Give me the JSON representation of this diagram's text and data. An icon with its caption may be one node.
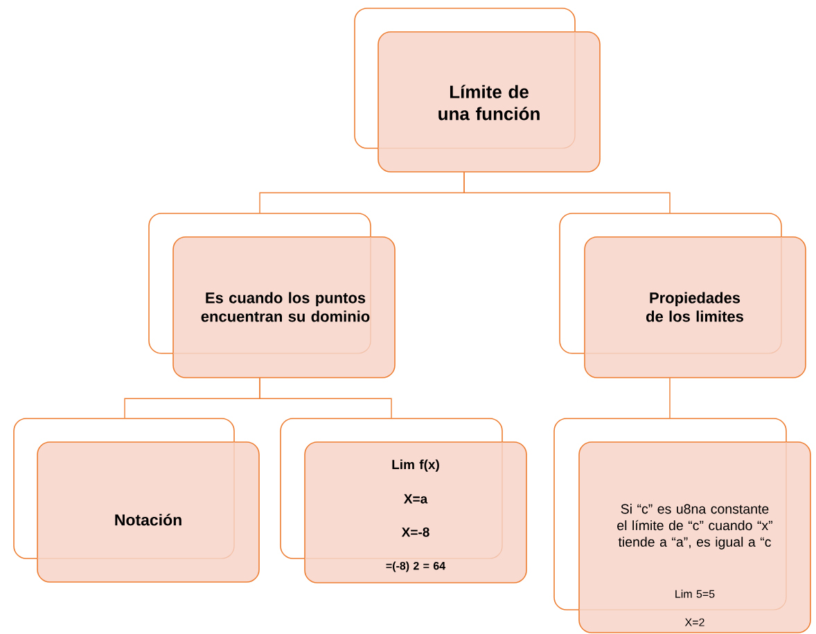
{
  "diagram": {
    "nodes": [
      {
        "text": [
          "Límite de una función"
        ]
      },
      {
        "text": [
          "Es cuando los puntos encuentran su dominio"
        ]
      },
      {
        "text": [
          "Propiedades de los limites"
        ]
      },
      {
        "text": [
          "Notación"
        ]
      },
      {
        "text": [
          "Lim f(x)",
          "X=a",
          "X=-8",
          "=(-8) 2 = 64"
        ]
      },
      {
        "text": [
          "Si “c” es u8na constante el límite de “c” cuando “x” tiende a “a”, es igual a “c",
          "Lim 5=5",
          "X=2"
        ]
      }
    ],
    "edges": [
      {
        "from": 0,
        "to": 1,
        "arrow": "none"
      },
      {
        "from": 0,
        "to": 2,
        "arrow": "none"
      },
      {
        "from": 1,
        "to": 3,
        "arrow": "none"
      },
      {
        "from": 1,
        "to": 4,
        "arrow": "none"
      },
      {
        "from": 2,
        "to": 5,
        "arrow": "none"
      }
    ]
  }
}
